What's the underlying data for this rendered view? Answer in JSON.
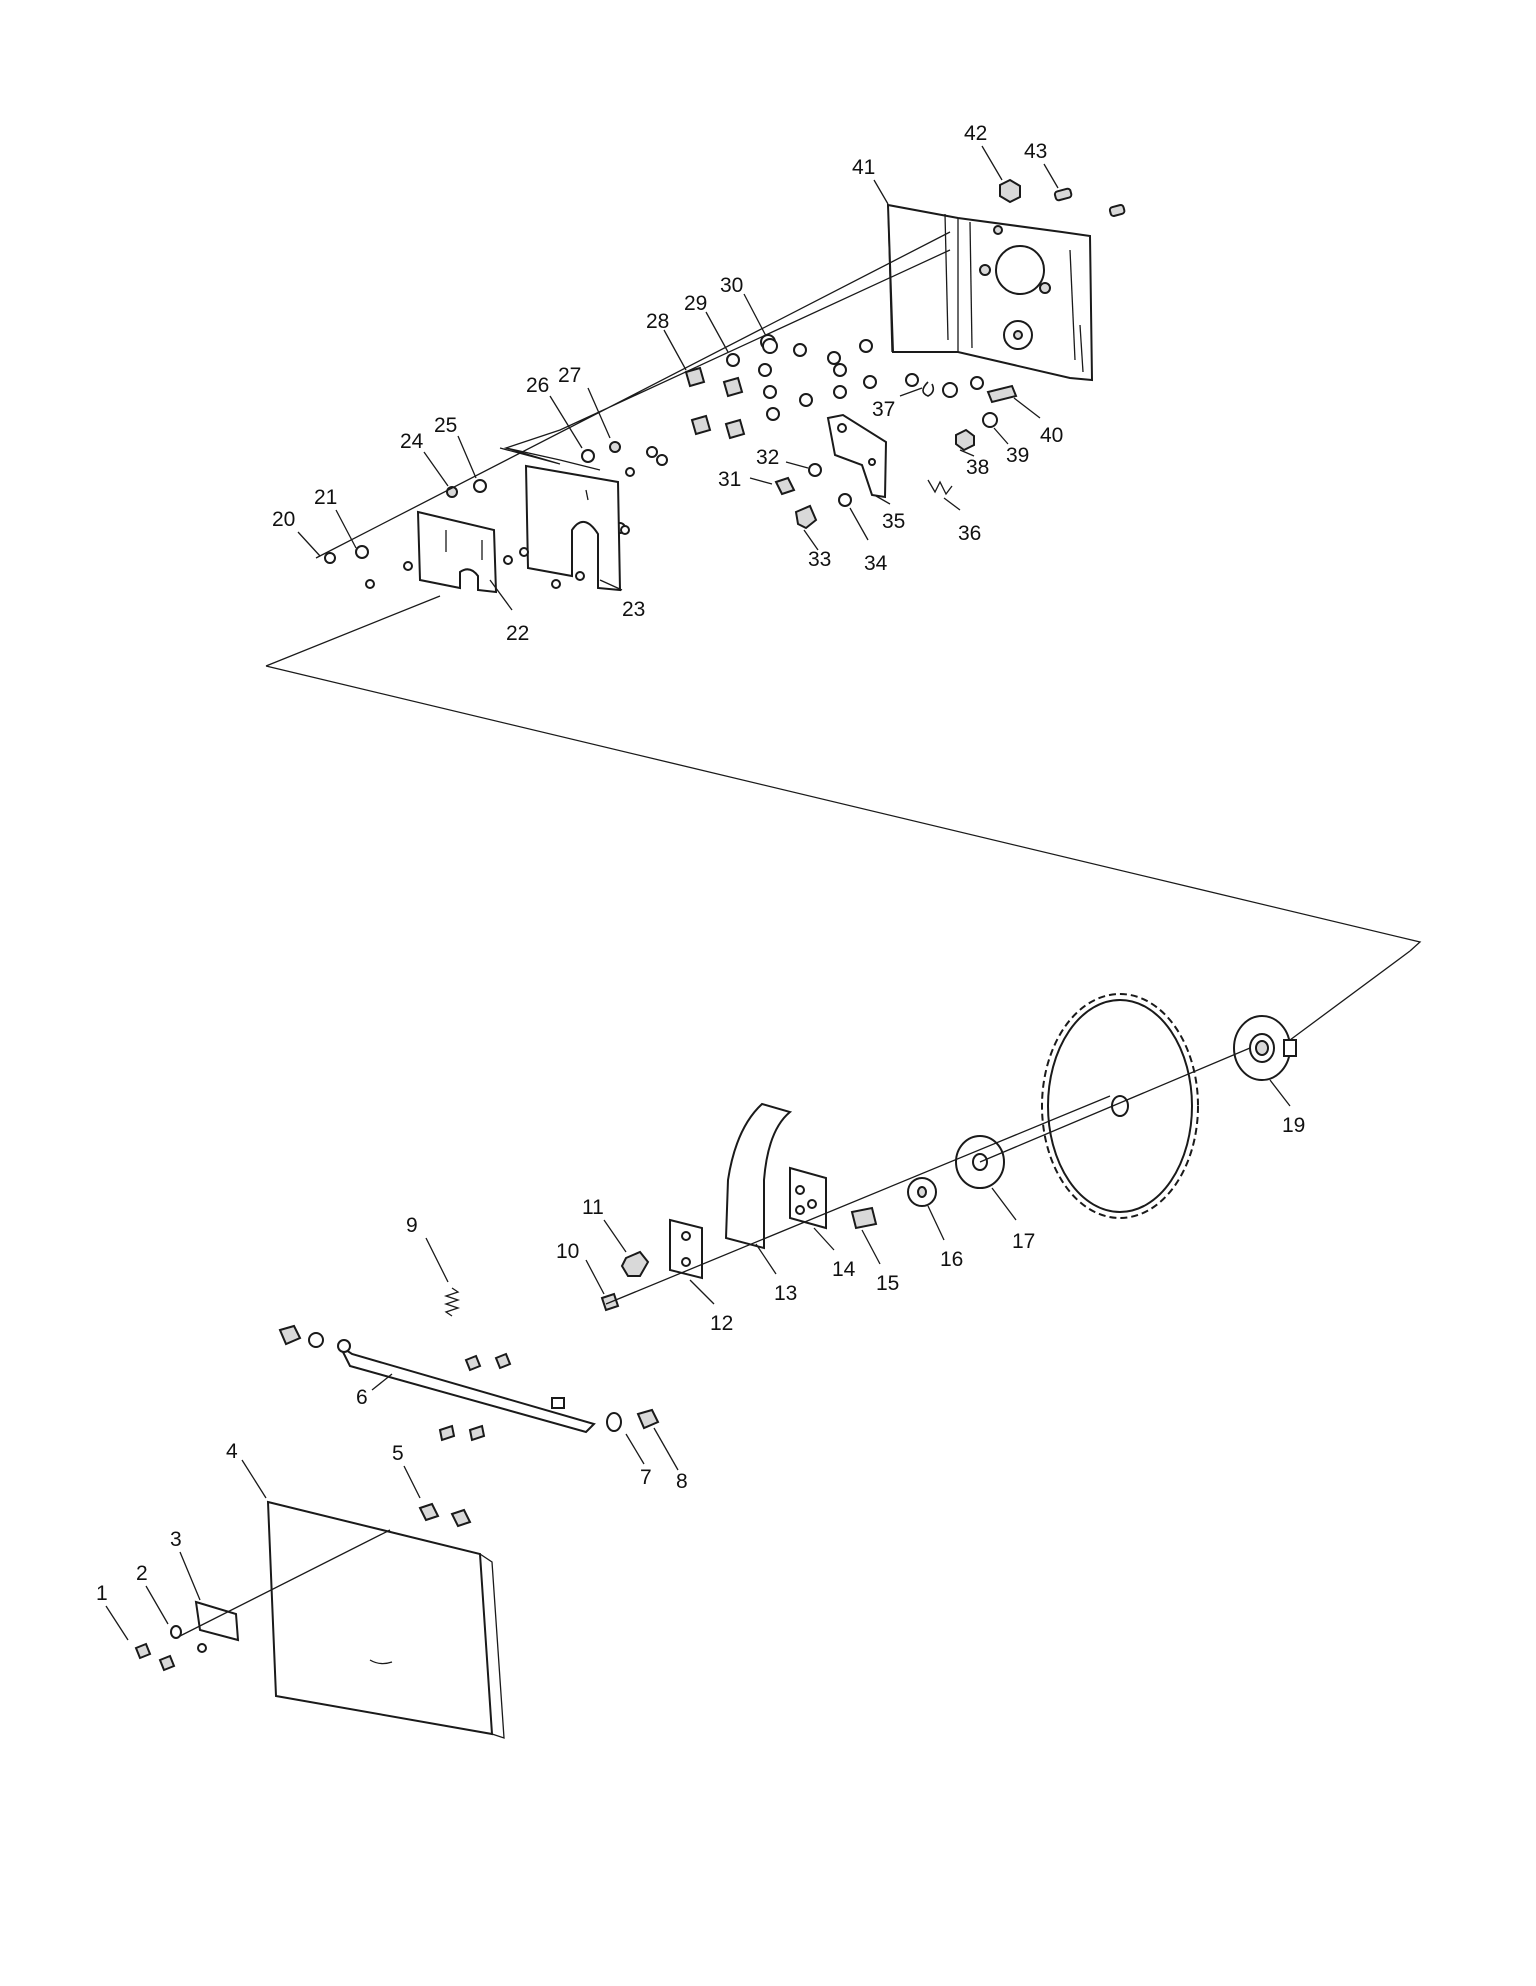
{
  "callouts": [
    {
      "id": "c1",
      "label": "1"
    },
    {
      "id": "c2",
      "label": "2"
    },
    {
      "id": "c3",
      "label": "3"
    },
    {
      "id": "c4",
      "label": "4"
    },
    {
      "id": "c5",
      "label": "5"
    },
    {
      "id": "c6",
      "label": "6"
    },
    {
      "id": "c7",
      "label": "7"
    },
    {
      "id": "c8",
      "label": "8"
    },
    {
      "id": "c9",
      "label": "9"
    },
    {
      "id": "c10",
      "label": "10"
    },
    {
      "id": "c11",
      "label": "11"
    },
    {
      "id": "c12",
      "label": "12"
    },
    {
      "id": "c13",
      "label": "13"
    },
    {
      "id": "c14",
      "label": "14"
    },
    {
      "id": "c15",
      "label": "15"
    },
    {
      "id": "c16",
      "label": "16"
    },
    {
      "id": "c17",
      "label": "17"
    },
    {
      "id": "c19",
      "label": "19"
    },
    {
      "id": "c20",
      "label": "20"
    },
    {
      "id": "c21",
      "label": "21"
    },
    {
      "id": "c22",
      "label": "22"
    },
    {
      "id": "c23",
      "label": "23"
    },
    {
      "id": "c24",
      "label": "24"
    },
    {
      "id": "c25",
      "label": "25"
    },
    {
      "id": "c26",
      "label": "26"
    },
    {
      "id": "c27",
      "label": "27"
    },
    {
      "id": "c28",
      "label": "28"
    },
    {
      "id": "c29",
      "label": "29"
    },
    {
      "id": "c30",
      "label": "30"
    },
    {
      "id": "c31",
      "label": "31"
    },
    {
      "id": "c32",
      "label": "32"
    },
    {
      "id": "c33",
      "label": "33"
    },
    {
      "id": "c34",
      "label": "34"
    },
    {
      "id": "c35",
      "label": "35"
    },
    {
      "id": "c36",
      "label": "36"
    },
    {
      "id": "c37",
      "label": "37"
    },
    {
      "id": "c38",
      "label": "38"
    },
    {
      "id": "c39",
      "label": "39"
    },
    {
      "id": "c40",
      "label": "40"
    },
    {
      "id": "c41",
      "label": "41"
    },
    {
      "id": "c42",
      "label": "42"
    },
    {
      "id": "c43",
      "label": "43"
    }
  ]
}
